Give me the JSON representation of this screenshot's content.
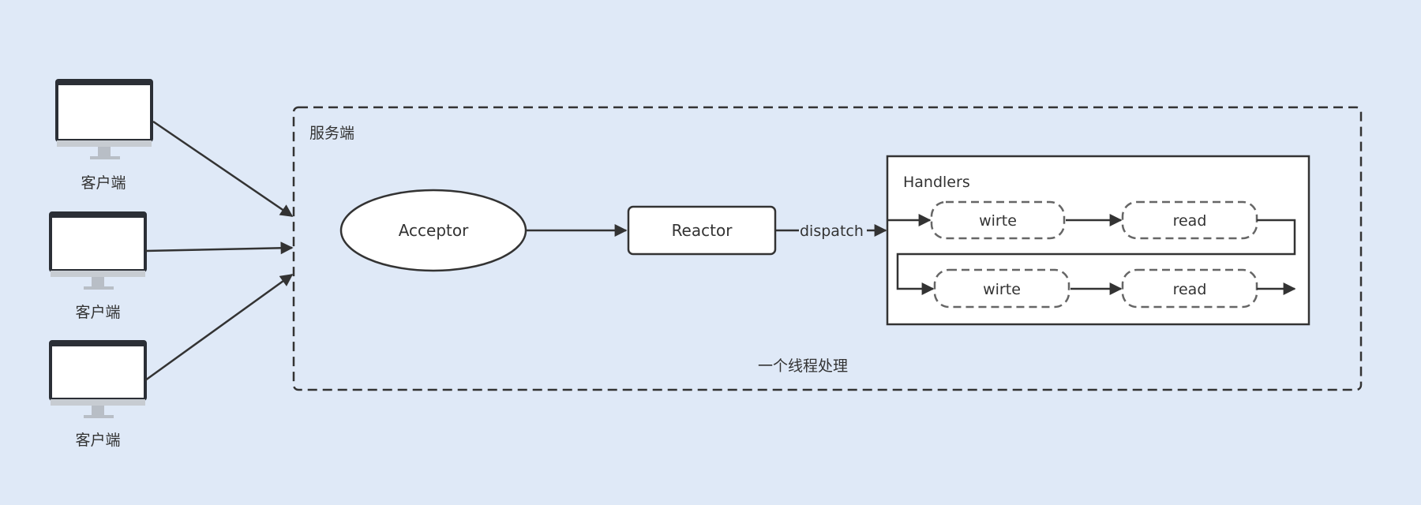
{
  "clients": [
    {
      "label": "客户端"
    },
    {
      "label": "客户端"
    },
    {
      "label": "客户端"
    }
  ],
  "server": {
    "label": "服务端",
    "thread_label": "一个线程处理"
  },
  "acceptor": {
    "label": "Acceptor"
  },
  "reactor": {
    "label": "Reactor"
  },
  "dispatch_label": "dispatch",
  "handlers": {
    "title": "Handlers",
    "steps": [
      {
        "label": "wirte"
      },
      {
        "label": "read"
      },
      {
        "label": "wirte"
      },
      {
        "label": "read"
      }
    ]
  },
  "colors": {
    "background": "#dfe9f7",
    "stroke": "#333333",
    "monitor_frame": "#2b2f36",
    "monitor_stand": "#b8bec6"
  }
}
